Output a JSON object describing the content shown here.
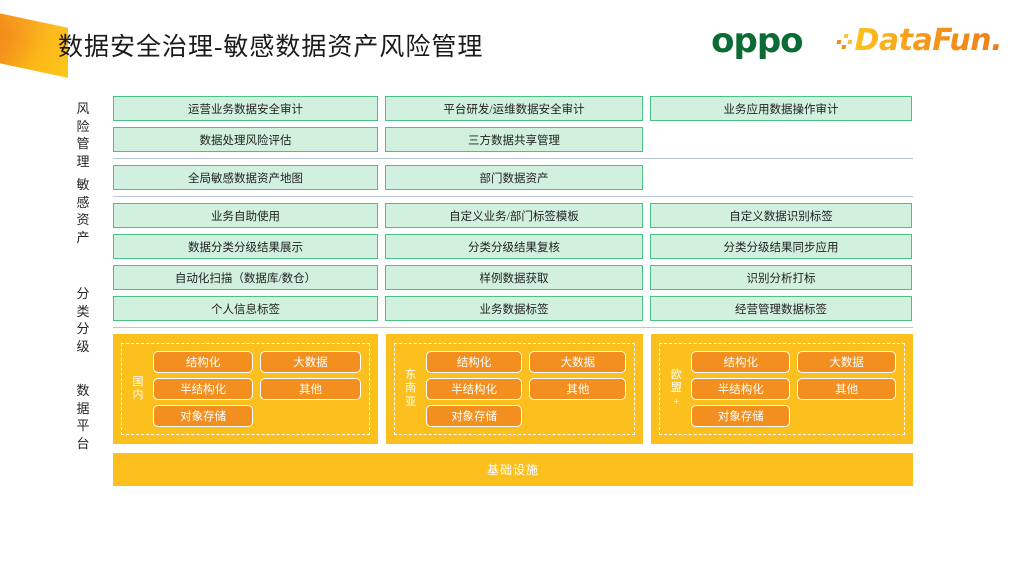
{
  "header": {
    "title": "数据安全治理-敏感数据资产风险管理",
    "oppo_logo": "oppo",
    "datafun_logo": "DataFun."
  },
  "rail": {
    "labels": [
      {
        "text": "风\n险\n管\n理",
        "name": "risk-management"
      },
      {
        "text": "敏\n感\n资\n产",
        "name": "sensitive-assets"
      },
      {
        "text": "分\n类\n分\n级",
        "name": "classification-grading"
      },
      {
        "text": "数\n据\n平\n台",
        "name": "data-platform"
      }
    ]
  },
  "sections": {
    "risk_management": {
      "rows": [
        [
          "运营业务数据安全审计",
          "平台研发/运维数据安全审计",
          "业务应用数据操作审计"
        ],
        [
          "数据处理风险评估",
          "三方数据共享管理",
          ""
        ]
      ]
    },
    "sensitive_assets": {
      "rows": [
        [
          "全局敏感数据资产地图",
          "部门数据资产",
          ""
        ]
      ]
    },
    "classification_grading": {
      "rows": [
        [
          "业务自助使用",
          "自定义业务/部门标签模板",
          "自定义数据识别标签"
        ],
        [
          "数据分类分级结果展示",
          "分类分级结果复核",
          "分类分级结果同步应用"
        ],
        [
          "自动化扫描（数据库/数仓）",
          "样例数据获取",
          "识别分析打标"
        ],
        [
          "个人信息标签",
          "业务数据标签",
          "经营管理数据标签"
        ]
      ]
    },
    "data_platform": {
      "groups": [
        {
          "region": "国\n内",
          "tiles": [
            "结构化",
            "大数据",
            "半结构化",
            "其他",
            "对象存储",
            ""
          ]
        },
        {
          "region": "东\n南\n亚",
          "tiles": [
            "结构化",
            "大数据",
            "半结构化",
            "其他",
            "对象存储",
            ""
          ]
        },
        {
          "region": "欧\n盟\n+",
          "tiles": [
            "结构化",
            "大数据",
            "半结构化",
            "其他",
            "对象存储",
            ""
          ]
        }
      ],
      "infrastructure": "基础设施"
    }
  },
  "colors": {
    "green_fill": "#d2f0de",
    "green_border": "#4cc185",
    "yellow": "#fcc01e",
    "orange": "#f28f1e",
    "oppo_green": "#0b6b35",
    "separator": "#b9c4e0"
  }
}
